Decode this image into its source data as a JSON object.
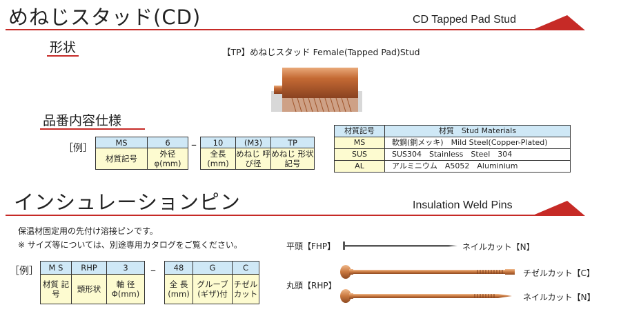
{
  "section1": {
    "title": "めねじスタッド(CD)",
    "title_en": "CD Tapped Pad Stud",
    "shape_heading": "形状",
    "shape_caption": "【TP】めねじスタッド Female(Tapped Pad)Stud",
    "spec_heading": "品番内容仕様",
    "example_label": "［例］",
    "code_values": [
      "MS",
      "6",
      "10",
      "(M3)",
      "TP"
    ],
    "code_labels": [
      "材質記号",
      "外径 φ(mm)",
      "全長 (mm)",
      "めねじ 呼び径",
      "めねじ 形状記号"
    ],
    "dash": "–",
    "materials": {
      "header": [
        "材質記号",
        "材質　Stud Materials"
      ],
      "rows": [
        [
          "MS",
          "軟鋼(銅メッキ)　Mild Steel(Copper-Plated)"
        ],
        [
          "SUS",
          "SUS304　Stainless　Steel　304"
        ],
        [
          "AL",
          "アルミニウム　A5052　Aluminium"
        ]
      ]
    }
  },
  "section2": {
    "title": "インシュレーションピン",
    "title_en": "Insulation Weld Pins",
    "note1": "保温材固定用の先付け溶接ピンです。",
    "note2": "※ サイズ等については、別途専用カタログをご覧ください。",
    "example_label": "［例］",
    "code_values": [
      "M S",
      "RHP",
      "3",
      "48",
      "G",
      "C"
    ],
    "code_labels": [
      "材質 記号",
      "頭形状",
      "軸 径 Φ(mm)",
      "全 長 (mm)",
      "グルーブ (ギザ)付",
      "チゼル カット"
    ],
    "dash": "–",
    "pin_labels": {
      "fhp": "平頭【FHP】",
      "rhp": "丸頭【RHP】",
      "nail1": "ネイルカット【N】",
      "chisel": "チゼルカット【C】",
      "nail2": "ネイルカット【N】"
    }
  },
  "colors": {
    "accent": "#c62a26",
    "header_bg": "#cfe8f6",
    "label_bg": "#fdfbd0",
    "copper": "#c9783f"
  }
}
